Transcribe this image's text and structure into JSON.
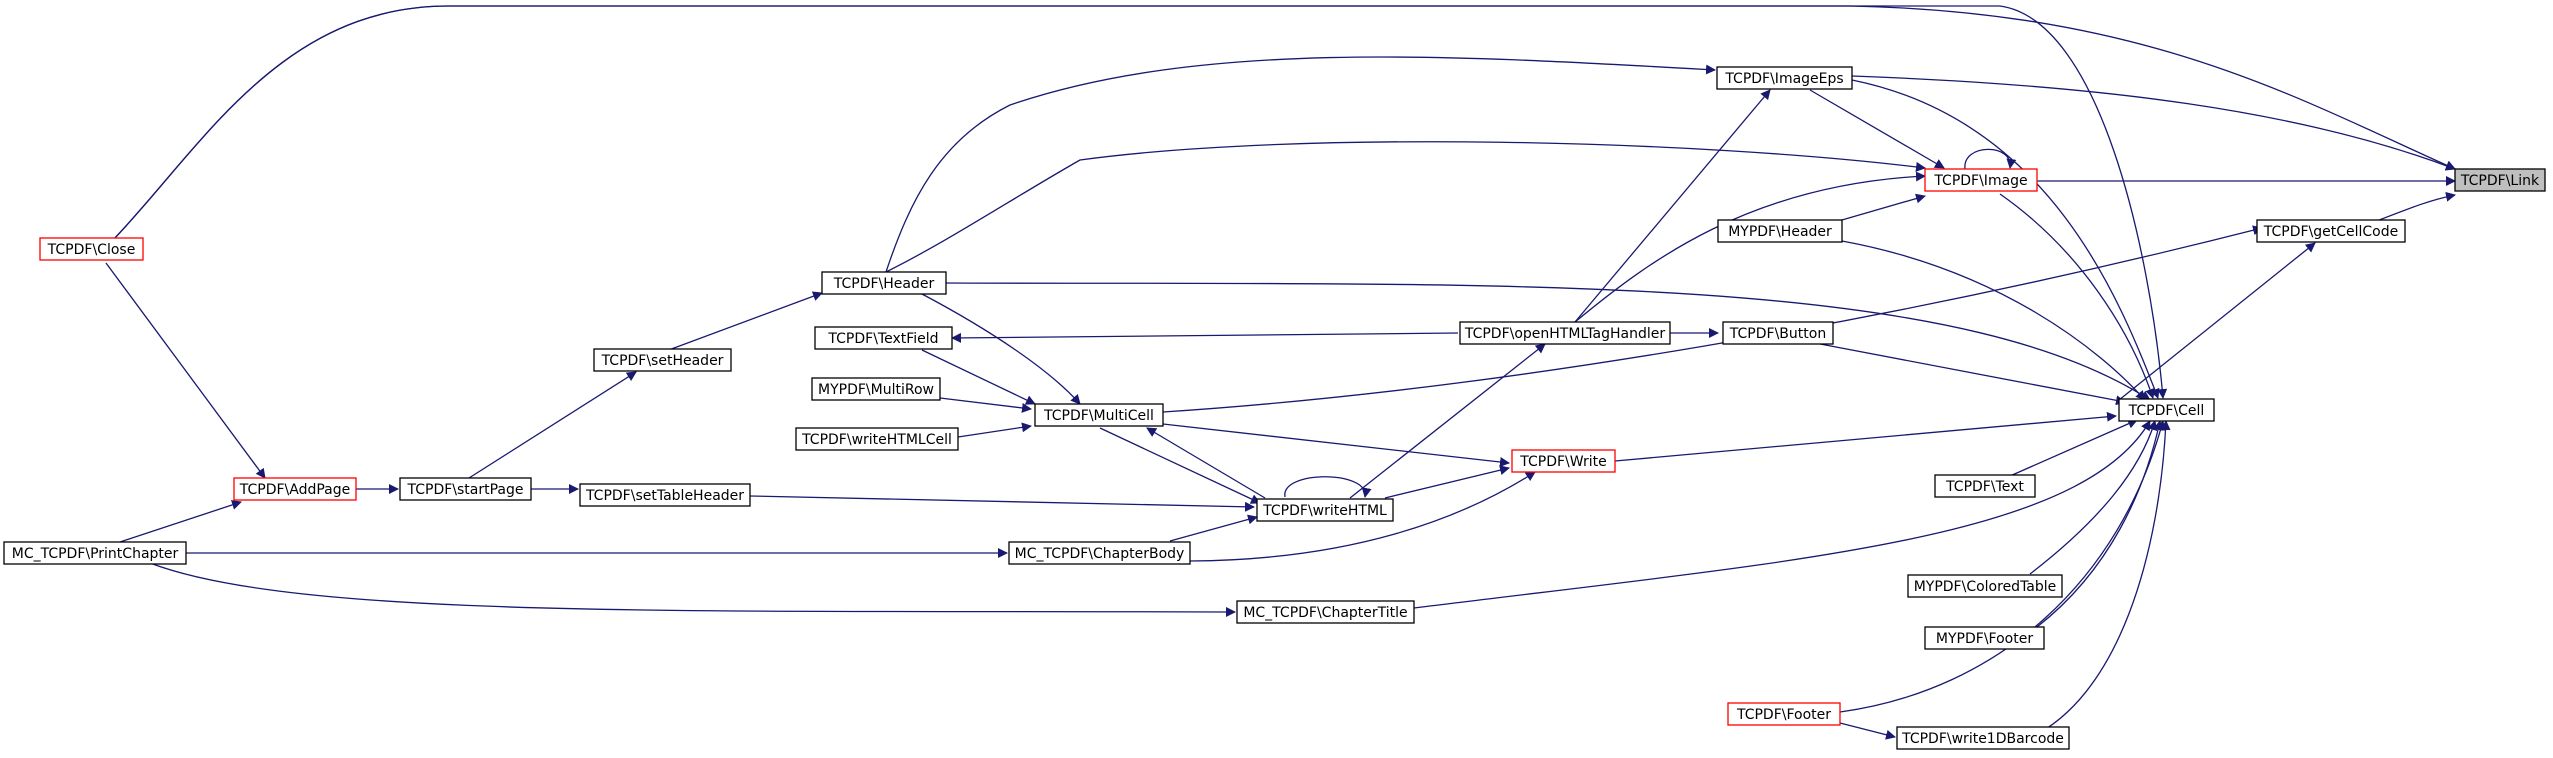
{
  "colors": {
    "edge": "#191970",
    "node_border": "#000000",
    "node_border_truncated": "#ff0000",
    "root_fill": "#bfbfbf",
    "node_fill": "#ffffff",
    "text": "#000000"
  },
  "nodes": [
    {
      "id": "link",
      "label": "TCPDF\\Link",
      "root": true
    },
    {
      "id": "image",
      "label": "TCPDF\\Image",
      "truncated": true
    },
    {
      "id": "imageeps",
      "label": "TCPDF\\ImageEps"
    },
    {
      "id": "getcellcode",
      "label": "TCPDF\\getCellCode"
    },
    {
      "id": "cell",
      "label": "TCPDF\\Cell"
    },
    {
      "id": "myheader",
      "label": "MYPDF\\Header"
    },
    {
      "id": "header",
      "label": "TCPDF\\Header"
    },
    {
      "id": "openhtml",
      "label": "TCPDF\\openHTMLTagHandler"
    },
    {
      "id": "button",
      "label": "TCPDF\\Button"
    },
    {
      "id": "textfield",
      "label": "TCPDF\\TextField"
    },
    {
      "id": "setheader",
      "label": "TCPDF\\setHeader"
    },
    {
      "id": "multirow",
      "label": "MYPDF\\MultiRow"
    },
    {
      "id": "multicell",
      "label": "TCPDF\\MultiCell"
    },
    {
      "id": "writehtmlcell",
      "label": "TCPDF\\writeHTMLCell"
    },
    {
      "id": "write",
      "label": "TCPDF\\Write",
      "truncated": true
    },
    {
      "id": "close",
      "label": "TCPDF\\Close",
      "truncated": true
    },
    {
      "id": "addpage",
      "label": "TCPDF\\AddPage",
      "truncated": true
    },
    {
      "id": "startpage",
      "label": "TCPDF\\startPage"
    },
    {
      "id": "settableheader",
      "label": "TCPDF\\setTableHeader"
    },
    {
      "id": "writehtml",
      "label": "TCPDF\\writeHTML"
    },
    {
      "id": "text",
      "label": "TCPDF\\Text"
    },
    {
      "id": "printchapter",
      "label": "MC_TCPDF\\PrintChapter"
    },
    {
      "id": "chapterbody",
      "label": "MC_TCPDF\\ChapterBody"
    },
    {
      "id": "chaptertitle",
      "label": "MC_TCPDF\\ChapterTitle"
    },
    {
      "id": "coloredtable",
      "label": "MYPDF\\ColoredTable"
    },
    {
      "id": "myfooter",
      "label": "MYPDF\\Footer"
    },
    {
      "id": "footer",
      "label": "TCPDF\\Footer",
      "truncated": true
    },
    {
      "id": "write1d",
      "label": "TCPDF\\write1DBarcode"
    }
  ]
}
